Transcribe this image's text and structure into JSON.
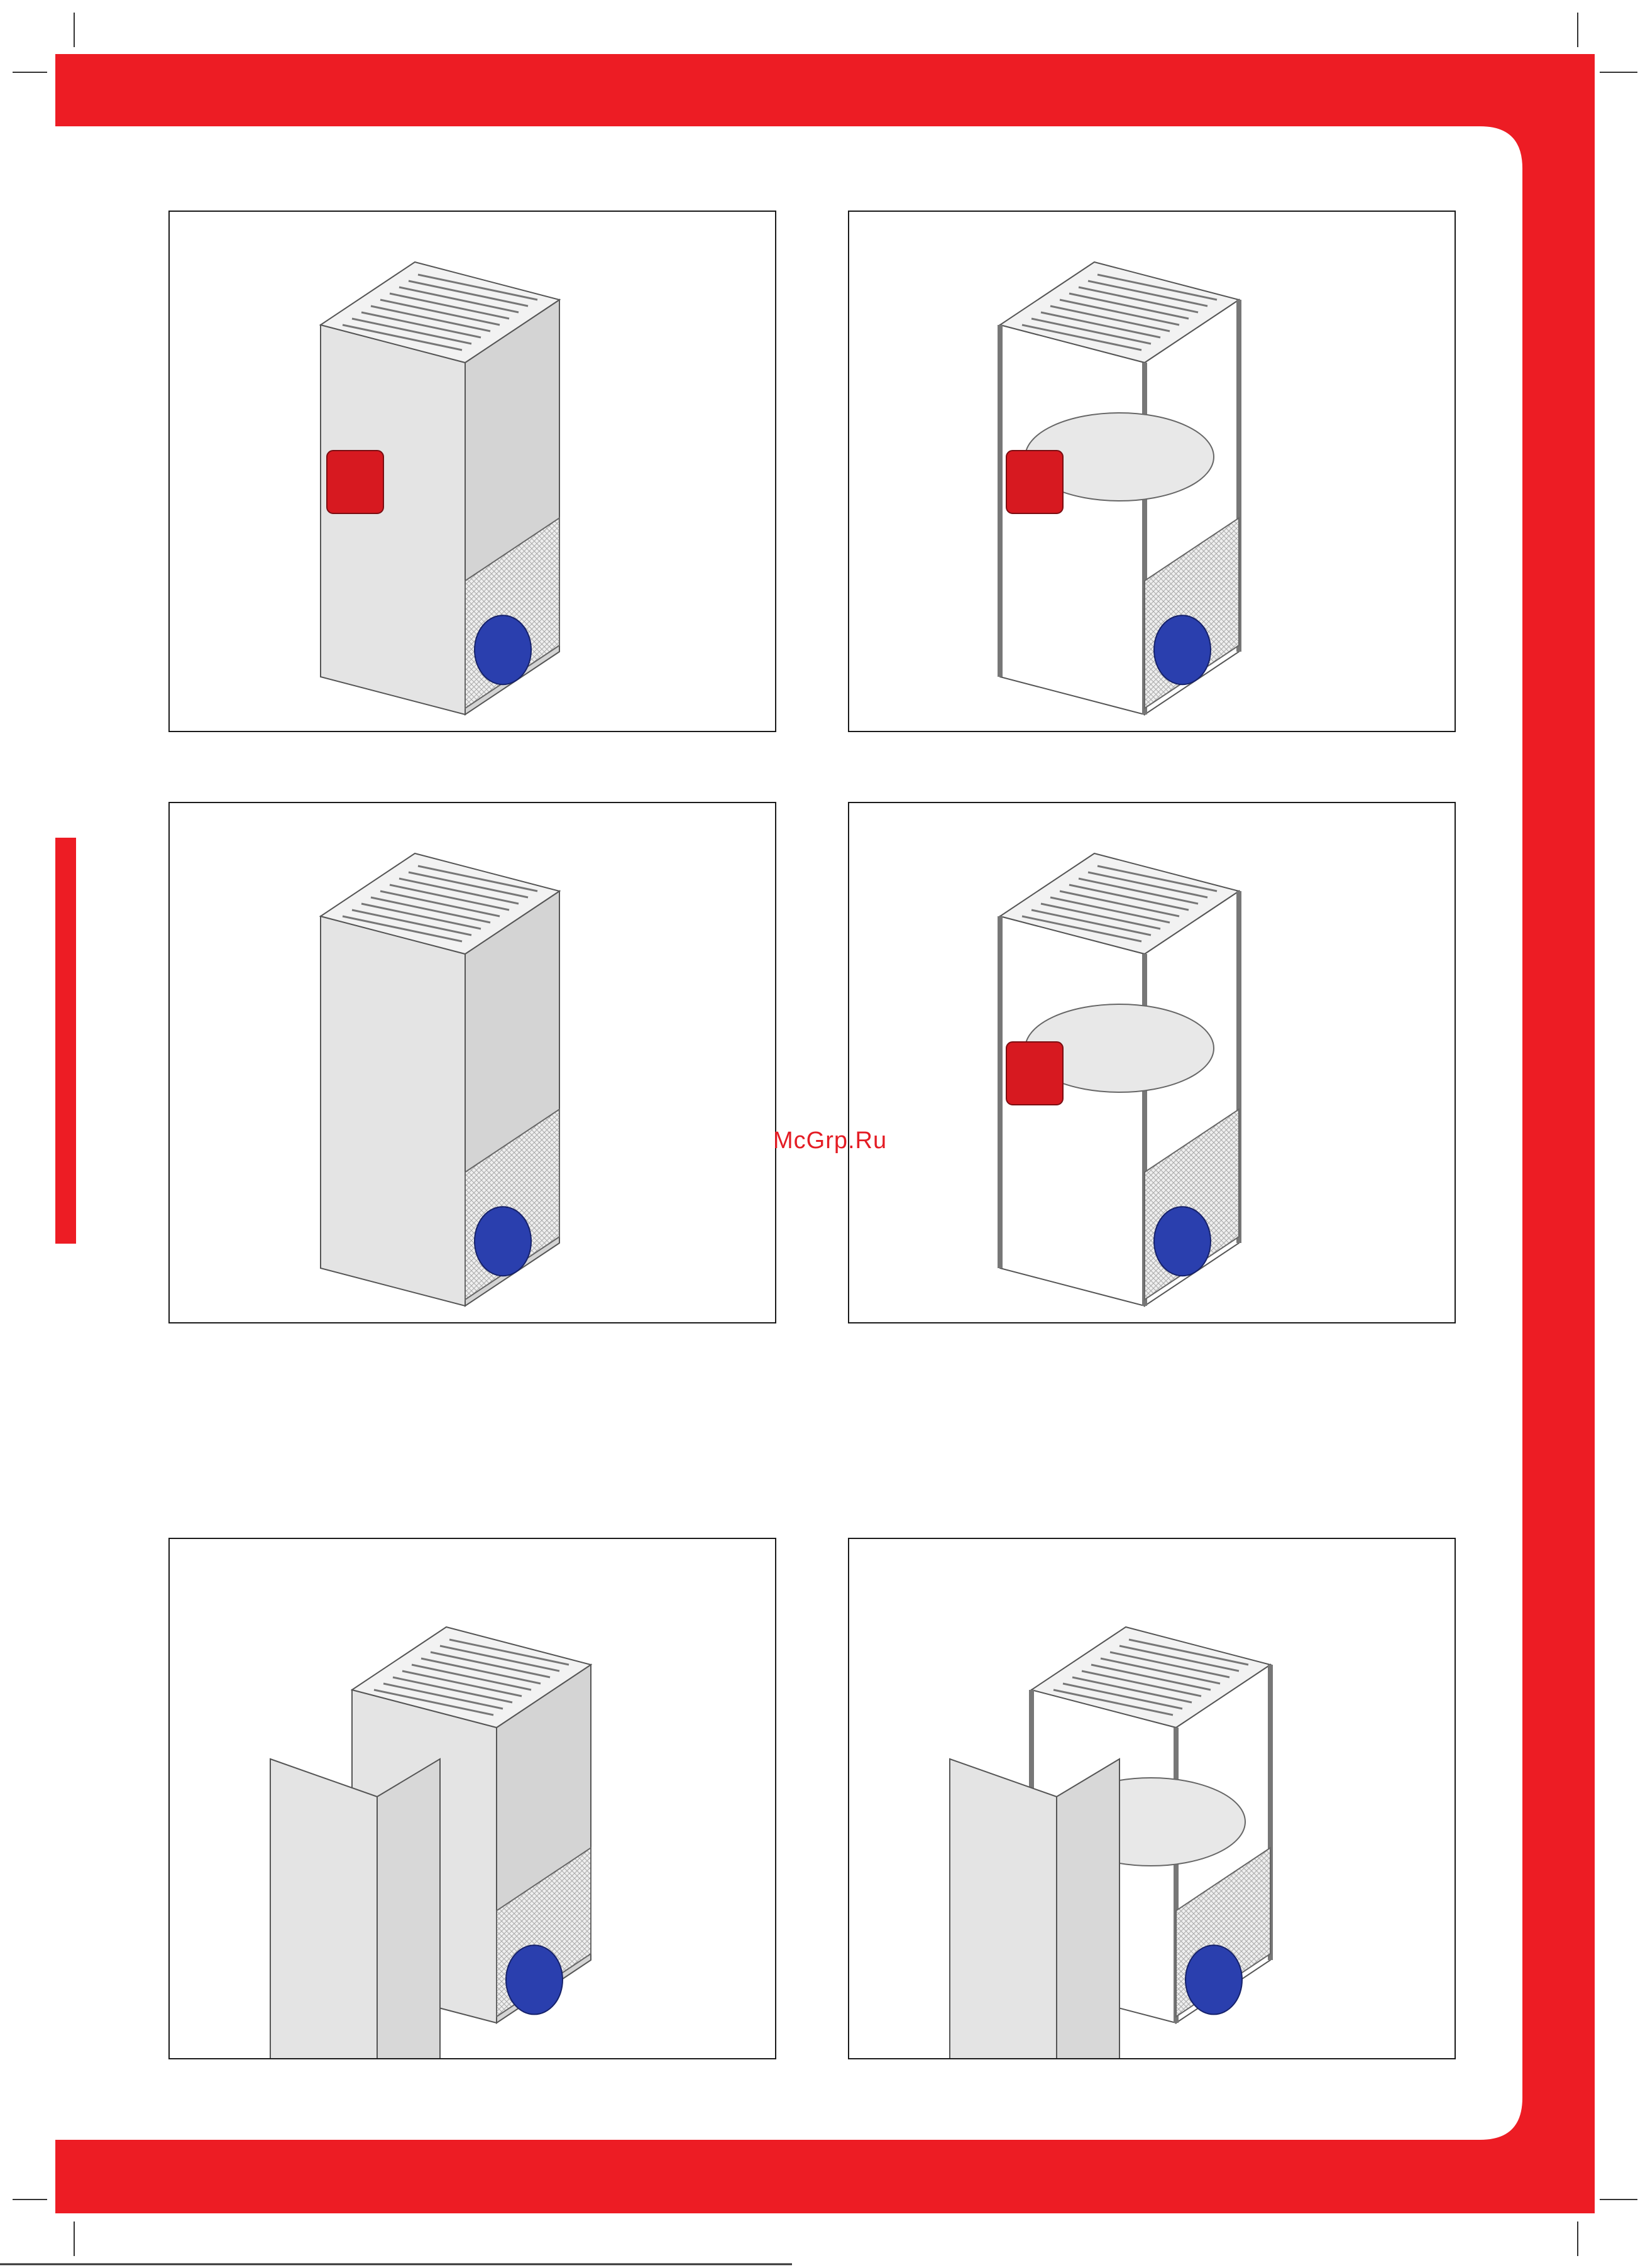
{
  "watermark": "McGrp.Ru",
  "colors": {
    "brand_red": "#ed1c24",
    "frame": "#1a1a1a",
    "panel_grey": "#e4e4e4",
    "burner_red": "#d71920",
    "motor_blue": "#2a3fae"
  },
  "figures": [
    {
      "view": "closed-front",
      "burner": true,
      "motor_visible": true,
      "icon": "heater-unit-closed-icon"
    },
    {
      "view": "open-frame-front",
      "burner": true,
      "motor_visible": true,
      "icon": "heater-unit-frame-icon"
    },
    {
      "view": "closed-rear",
      "burner": false,
      "motor_visible": true,
      "icon": "heater-unit-rear-icon"
    },
    {
      "view": "open-frame-rear",
      "burner": true,
      "motor_visible": true,
      "icon": "heater-unit-frame-rear-icon"
    },
    {
      "view": "closed-with-side-cabinet",
      "burner": false,
      "motor_visible": true,
      "icon": "heater-unit-cabinet-icon"
    },
    {
      "view": "open-with-side-cabinet",
      "burner": true,
      "motor_visible": true,
      "icon": "heater-unit-cabinet-open-icon"
    }
  ]
}
